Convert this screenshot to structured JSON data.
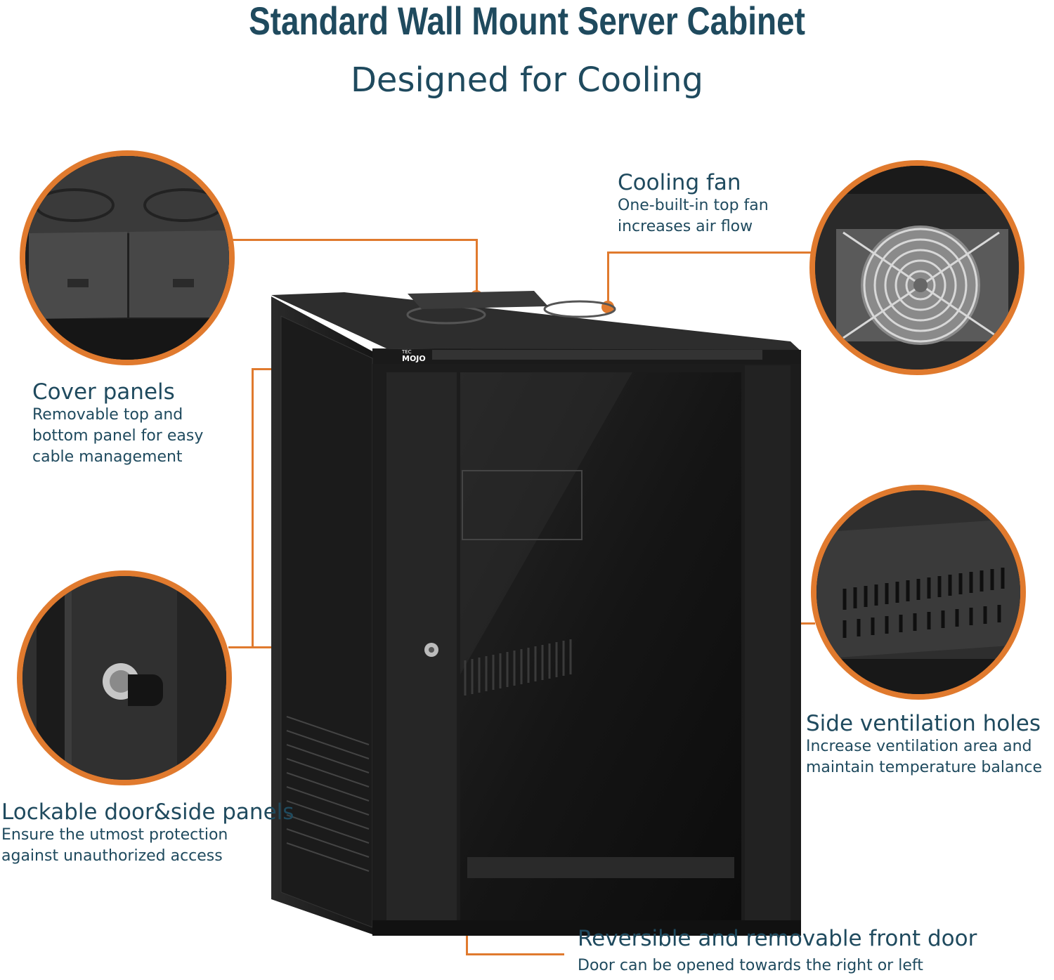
{
  "header": {
    "title": "Standard Wall Mount Server Cabinet",
    "subtitle": "Designed for Cooling"
  },
  "features": {
    "cooling_fan": {
      "title": "Cooling fan",
      "desc": "One-built-in top fan\nincreases air flow"
    },
    "cover_panels": {
      "title": "Cover panels",
      "desc": "Removable top and\nbottom panel for easy\ncable management"
    },
    "lockable": {
      "title": "Lockable door&side panels",
      "desc": "Ensure the utmost protection\nagainst unauthorized access"
    },
    "ventilation": {
      "title": "Side ventilation holes",
      "desc": "Increase ventilation area and\nmaintain temperature balance"
    },
    "front_door": {
      "title": "Reversible and removable front door",
      "desc": "Door can be opened towards the right or left"
    }
  },
  "product": {
    "brand_logo": "MOJO",
    "brand_small": "TEC"
  },
  "colors": {
    "accent": "#e07a2e",
    "text": "#1f4a5e",
    "cabinet": "#1c1c1c"
  }
}
